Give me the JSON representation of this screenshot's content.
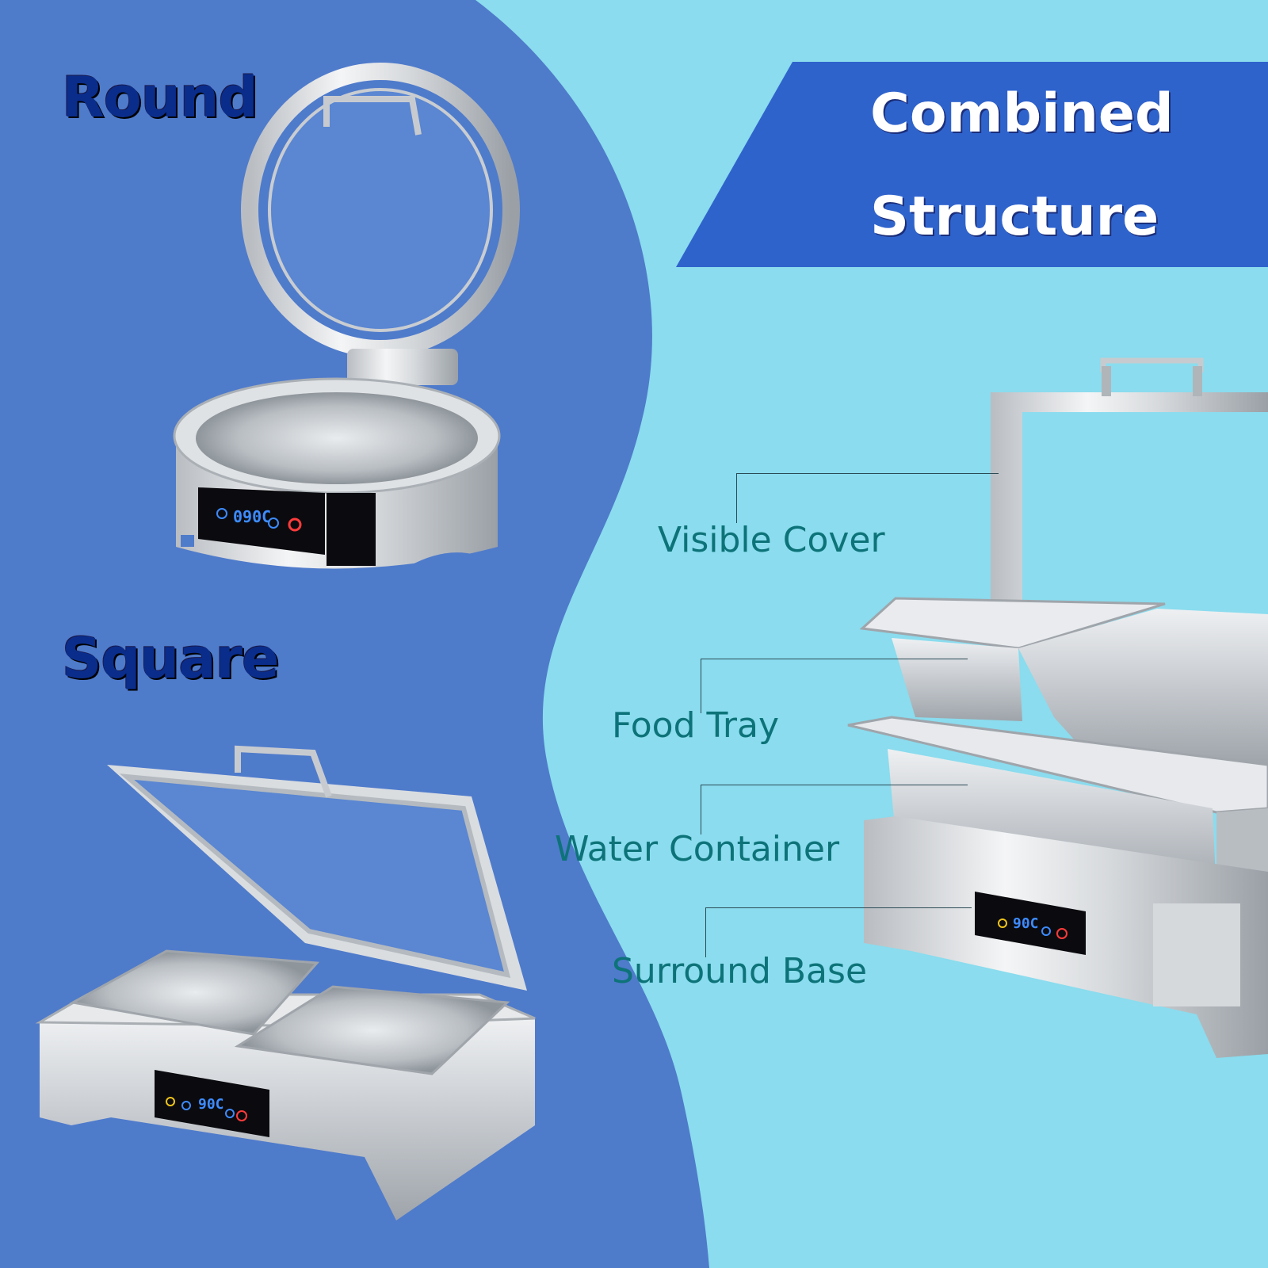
{
  "headings": {
    "round": "Round",
    "square": "Square"
  },
  "banner": {
    "line1": "Combined",
    "line2": "Structure"
  },
  "parts": [
    {
      "label": "Visible Cover"
    },
    {
      "label": "Food Tray"
    },
    {
      "label": "Water Container"
    },
    {
      "label": "Surround Base"
    }
  ],
  "displays": {
    "round_temp": "090C",
    "square_temp": "90C",
    "combined_temp": "90C"
  },
  "colors": {
    "left_panel": "#4f7bcb",
    "right_panel": "#8adcee",
    "banner": "#2f63cc",
    "part_label": "#0d7379",
    "heading": "#0a2d8c"
  }
}
